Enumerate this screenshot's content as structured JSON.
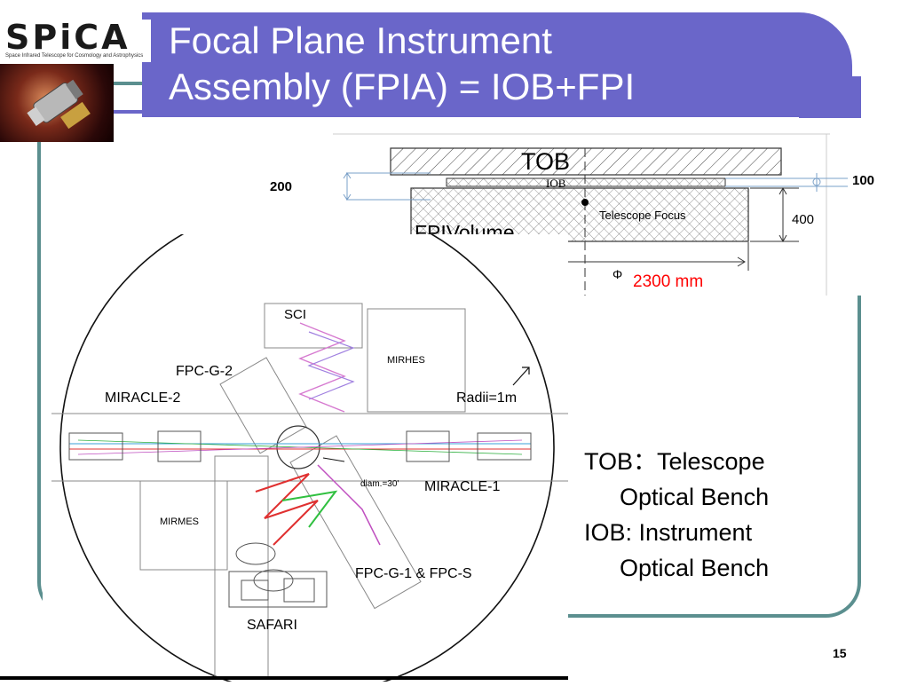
{
  "slide": {
    "title": "Focal Plane Instrument\nAssembly (FPIA) = IOB+FPI",
    "page_number": "15"
  },
  "logo": {
    "wordmark": "SPiCA",
    "subtitle": "Space Infrared Telescope for Cosmology and Astrophysics"
  },
  "top_diagram": {
    "tob_label": "TOB",
    "iob_label": "IOB",
    "focus_label": "Telescope Focus",
    "fpi_label": "FPIVolume",
    "dim_left": "200",
    "dim_right_top": "100",
    "dim_right": "400",
    "phi_symbol": "Φ",
    "diameter_label": "2300 mm"
  },
  "layout_diagram": {
    "sci": "SCI",
    "mirhes": "MIRHES",
    "fpc_g_2": "FPC-G-2",
    "miracle_2": "MIRACLE-2",
    "radii": "Radii=1m",
    "diam": "diam.=30'",
    "miracle_1": "MIRACLE-1",
    "mirmes": "MIRMES",
    "fpc_g_1": "FPC-G-1 & FPC-S",
    "safari": "SAFARI"
  },
  "legend": {
    "tob_line1": "TOB：Telescope",
    "tob_line2": "Optical Bench",
    "iob_line1": "IOB: Instrument",
    "iob_line2": "Optical Bench"
  },
  "colors": {
    "title_bar": "#6a66c9",
    "frame": "#5b8f8f",
    "dimension_red": "#ff0000"
  }
}
